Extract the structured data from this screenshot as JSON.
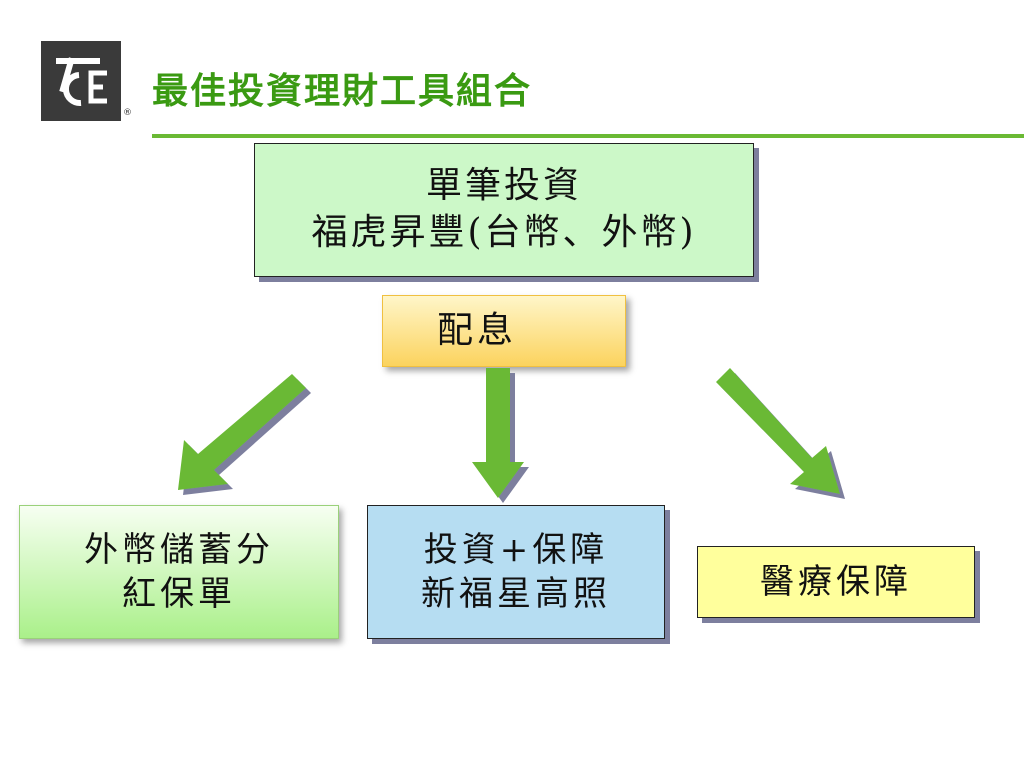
{
  "header": {
    "title": "最佳投資理財工具組合",
    "logo_icon": "ace-logo-icon",
    "registered_mark": "®"
  },
  "colors": {
    "title": "#3a9a12",
    "rule": "#6ab934",
    "arrow": "#6ab934",
    "arrow_shadow": "#7d7f9e"
  },
  "diagram": {
    "top": {
      "line1": "單筆投資",
      "line2": "福虎昇豐(台幣、外幣)"
    },
    "middle": {
      "label": "配息"
    },
    "left": {
      "line1": "外幣儲蓄分",
      "line2": "紅保單"
    },
    "center": {
      "line1": "投資+保障",
      "line2": "新福星高照"
    },
    "right": {
      "label": "醫療保障"
    }
  }
}
